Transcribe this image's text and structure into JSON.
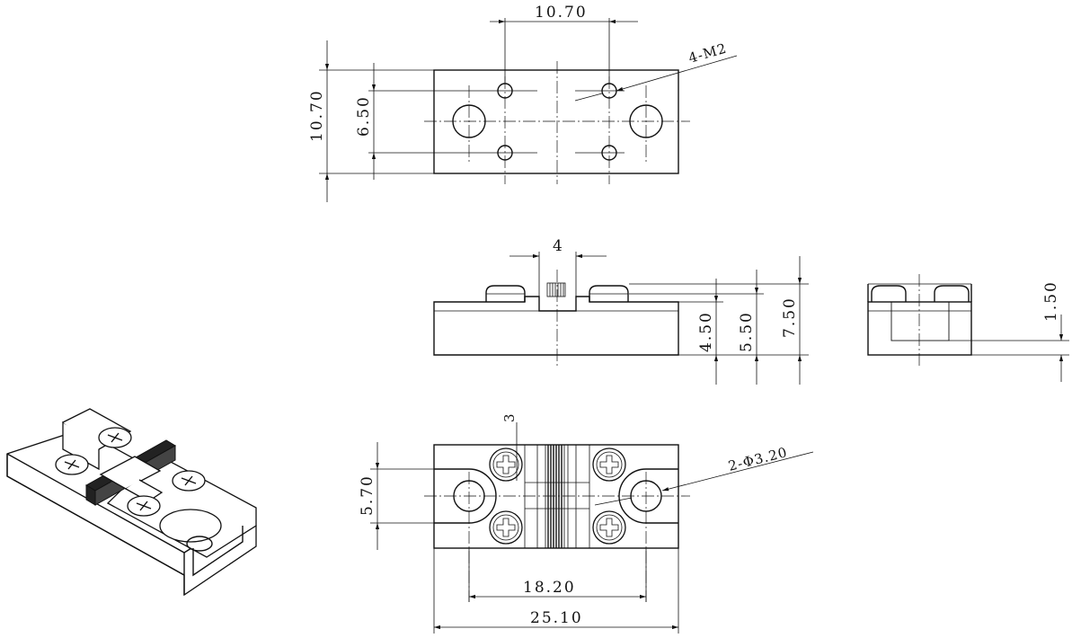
{
  "top_view": {
    "dim_width": "10.70",
    "dim_height": "10.70",
    "dim_hole_spacing": "6.50",
    "thread_note": "4-M2"
  },
  "front_view": {
    "dim_slot_width": "4",
    "dim_4_50": "4.50",
    "dim_5_50": "5.50",
    "dim_7_50": "7.50"
  },
  "side_view": {
    "dim_1_50": "1.50"
  },
  "bottom_view": {
    "dim_3": "3",
    "dim_5_70": "5.70",
    "hole_note": "2-Φ3.20",
    "dim_18_20": "18.20",
    "dim_25_10": "25.10"
  }
}
